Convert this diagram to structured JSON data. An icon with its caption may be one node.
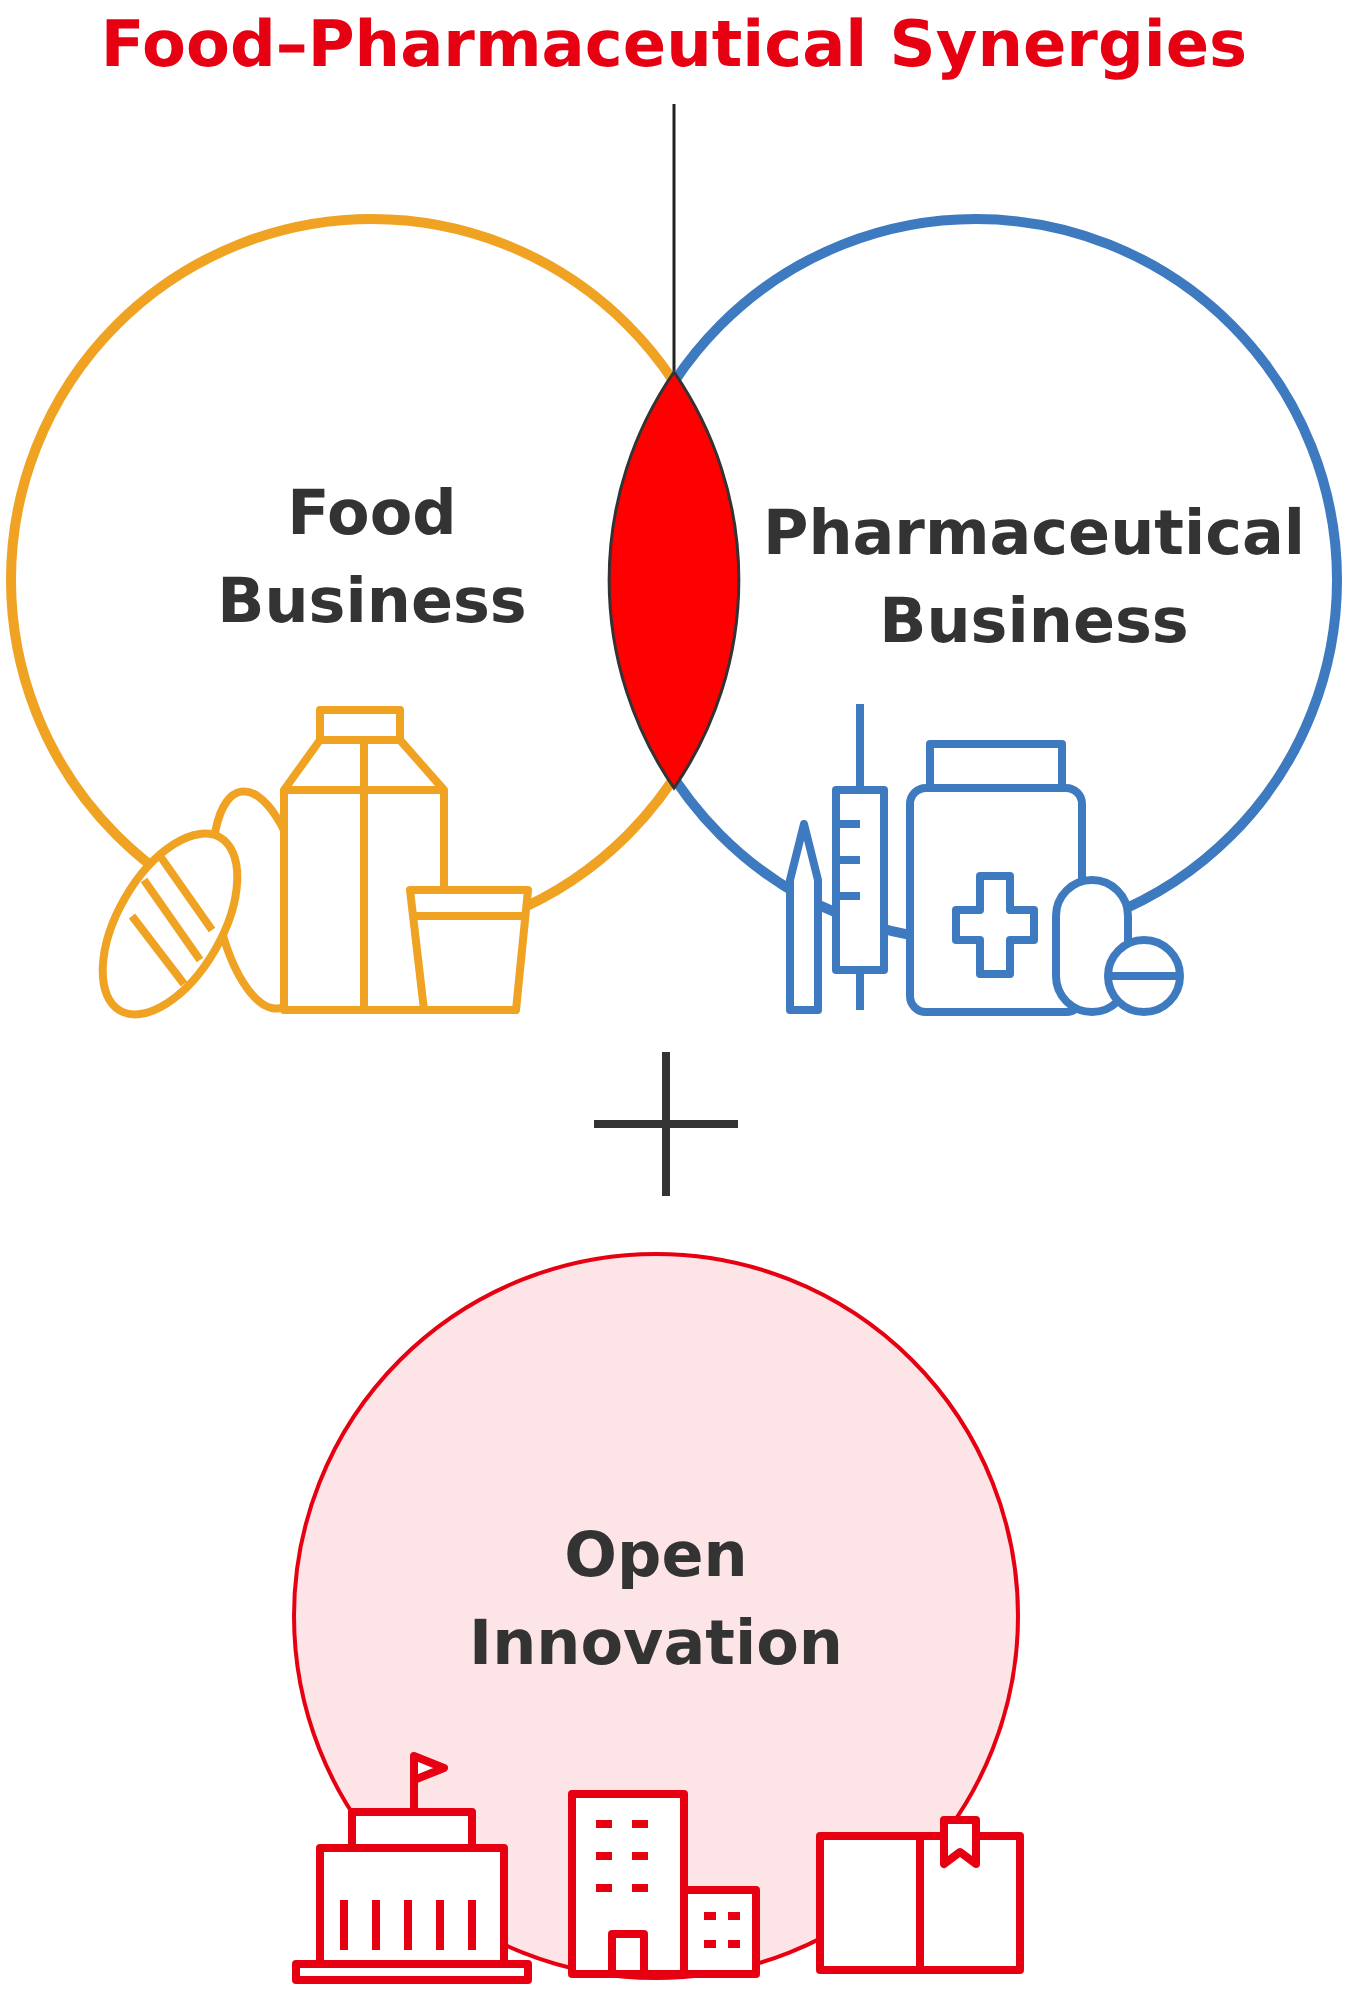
{
  "diagram": {
    "nodes": [
      {
        "text": [
          "Food–Pharmaceutical Synergies"
        ]
      },
      {
        "text": [
          "Food Business"
        ]
      },
      {
        "text": [
          "Pharmaceutical Business"
        ]
      },
      {
        "text": [],
        "shape": "lens"
      },
      {
        "text": [
          "Open Innovation"
        ]
      }
    ],
    "edges": [
      {
        "from": 0,
        "to": 3,
        "arrow": "none"
      }
    ]
  }
}
